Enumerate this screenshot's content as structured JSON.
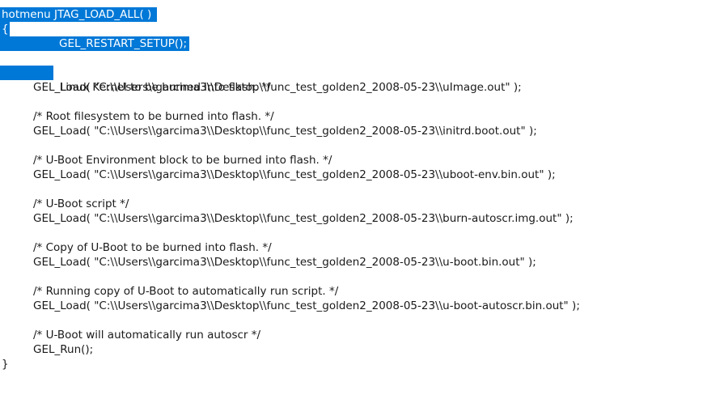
{
  "selection": {
    "color": "#0078d7"
  },
  "lines": {
    "l1": "hotmenu JTAG_LOAD_ALL( )",
    "l2": "{",
    "l3": "GEL_RESTART_SETUP();",
    "l4_sel": "/* ",
    "l4_rest": "Linux Kernel to be burned into flash. */",
    "l5": "GEL_Load( \"C:\\\\Users\\\\garcima3\\\\Desktop\\\\func_test_golden2_2008-05-23\\\\uImage.out\" );",
    "l6": "/* Root filesystem to be burned into flash. */",
    "l7": "GEL_Load( \"C:\\\\Users\\\\garcima3\\\\Desktop\\\\func_test_golden2_2008-05-23\\\\initrd.boot.out\" );",
    "l8": "/* U-Boot Environment block to be burned into flash. */",
    "l9": "GEL_Load( \"C:\\\\Users\\\\garcima3\\\\Desktop\\\\func_test_golden2_2008-05-23\\\\uboot-env.bin.out\" );",
    "l10": "/* U-Boot script */",
    "l11": "GEL_Load( \"C:\\\\Users\\\\garcima3\\\\Desktop\\\\func_test_golden2_2008-05-23\\\\burn-autoscr.img.out\" );",
    "l12": "/* Copy of U-Boot to be burned into flash. */",
    "l13": "GEL_Load( \"C:\\\\Users\\\\garcima3\\\\Desktop\\\\func_test_golden2_2008-05-23\\\\u-boot.bin.out\" );",
    "l14": "/* Running copy of U-Boot to automatically run script. */",
    "l15": "GEL_Load( \"C:\\\\Users\\\\garcima3\\\\Desktop\\\\func_test_golden2_2008-05-23\\\\u-boot-autoscr.bin.out\" );",
    "l16": "/* U-Boot will automatically run autoscr */",
    "l17": "GEL_Run();",
    "l18": "}"
  }
}
